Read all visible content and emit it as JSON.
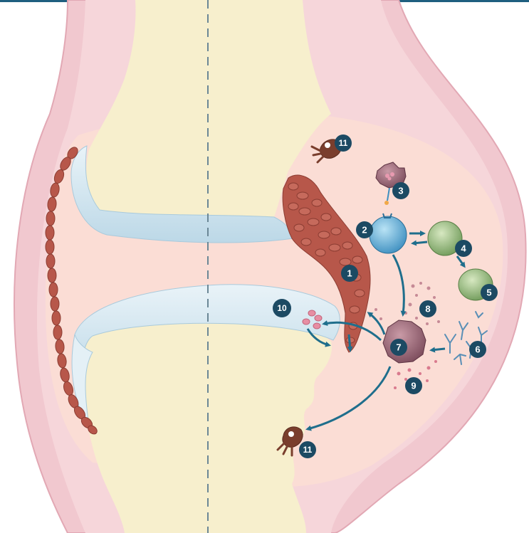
{
  "colors": {
    "top_bar": "#1f5f7f",
    "capsule": "#f3c9cf",
    "capsule_outer": "#e8a9b6",
    "synovial_fluid": "#fbdcd4",
    "bone": "#f7efcd",
    "cartilage": "#dcecf4",
    "cartilage_edge": "#b9d6e6",
    "pannus": "#b7574a",
    "arrow": "#1f6e8c",
    "badge": "#1c4a63",
    "dashed_line": "#6b8796"
  },
  "cells": {
    "t_cell": "cell-blue-icon",
    "b_cell": "cell-green-icon",
    "plasma_cell": "cell-green-icon",
    "antigen_presenting_cell": "cell-purple-icon",
    "macrophage": "cell-purple-icon",
    "osteoclast": "osteoclast-icon"
  },
  "labels": {
    "l1": "1",
    "l2": "2",
    "l3": "3",
    "l4": "4",
    "l5": "5",
    "l6": "6",
    "l7": "7",
    "l8": "8",
    "l9": "9",
    "l10": "10",
    "l11_top": "11",
    "l11_bottom": "11"
  }
}
